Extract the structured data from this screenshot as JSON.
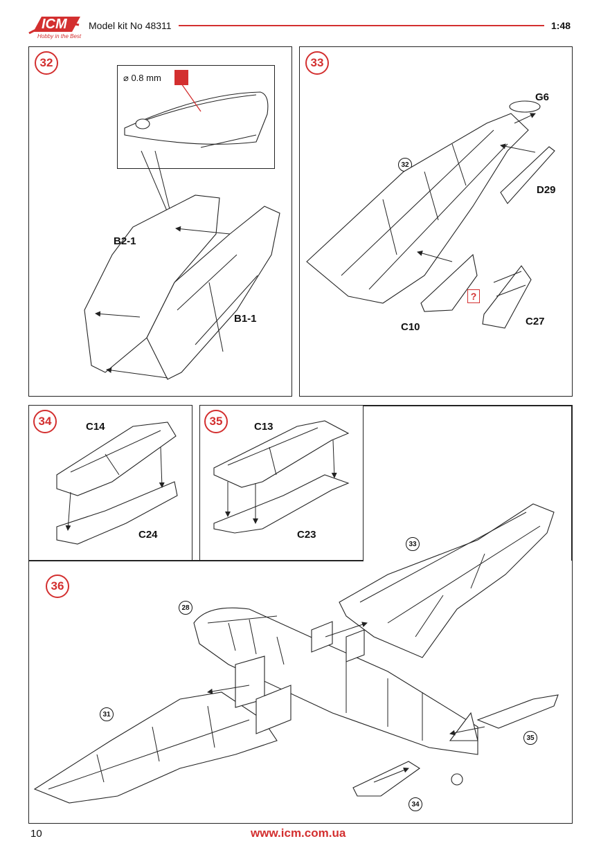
{
  "header": {
    "logo_text": "ICM",
    "logo_tagline": "Hobby in the Best",
    "kit_label": "Model kit No 48311",
    "scale": "1:48"
  },
  "colors": {
    "accent": "#d32f2f",
    "ink": "#222222"
  },
  "steps": {
    "s32": {
      "number": "32",
      "detail_hole": "⌀ 0.8 mm",
      "drill_icon": "drill-icon",
      "parts": [
        "B2-1",
        "B1-1"
      ]
    },
    "s33": {
      "number": "33",
      "ref_step": "32",
      "unknown_icon": "?",
      "parts": [
        "G6",
        "D29",
        "C10",
        "C27"
      ]
    },
    "s34": {
      "number": "34",
      "parts": [
        "C14",
        "C24"
      ]
    },
    "s35": {
      "number": "35",
      "parts": [
        "C13",
        "C23"
      ]
    },
    "s36": {
      "number": "36",
      "refs": [
        "28",
        "33",
        "31",
        "35",
        "34"
      ]
    }
  },
  "footer": {
    "page_number": "10",
    "url": "www.icm.com.ua"
  }
}
